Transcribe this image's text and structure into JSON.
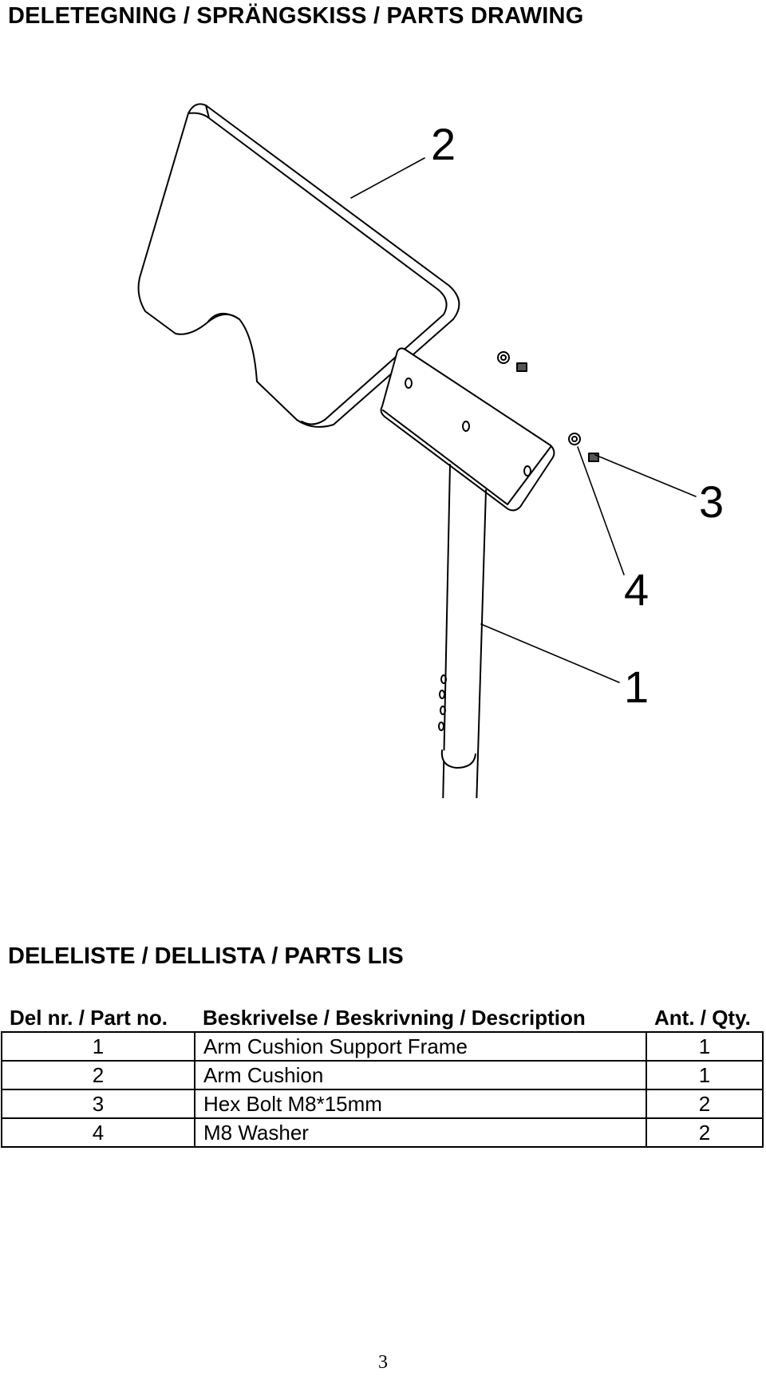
{
  "header": {
    "title": "DELETEGNING / SPRÄNGSKISS / PARTS DRAWING"
  },
  "drawing": {
    "callouts": {
      "c1": "1",
      "c2": "2",
      "c3": "3",
      "c4": "4"
    }
  },
  "parts_list": {
    "title": "DELELISTE / DELLISTA / PARTS LIS",
    "headers": {
      "part_no": "Del nr. / Part no.",
      "description": "Beskrivelse / Beskrivning / Description",
      "qty": "Ant. / Qty."
    },
    "rows": [
      {
        "no": "1",
        "description": "Arm Cushion Support Frame",
        "qty": "1"
      },
      {
        "no": "2",
        "description": "Arm Cushion",
        "qty": "1"
      },
      {
        "no": "3",
        "description": "Hex Bolt M8*15mm",
        "qty": "2"
      },
      {
        "no": "4",
        "description": "M8 Washer",
        "qty": "2"
      }
    ]
  },
  "footer": {
    "page_number": "3"
  }
}
